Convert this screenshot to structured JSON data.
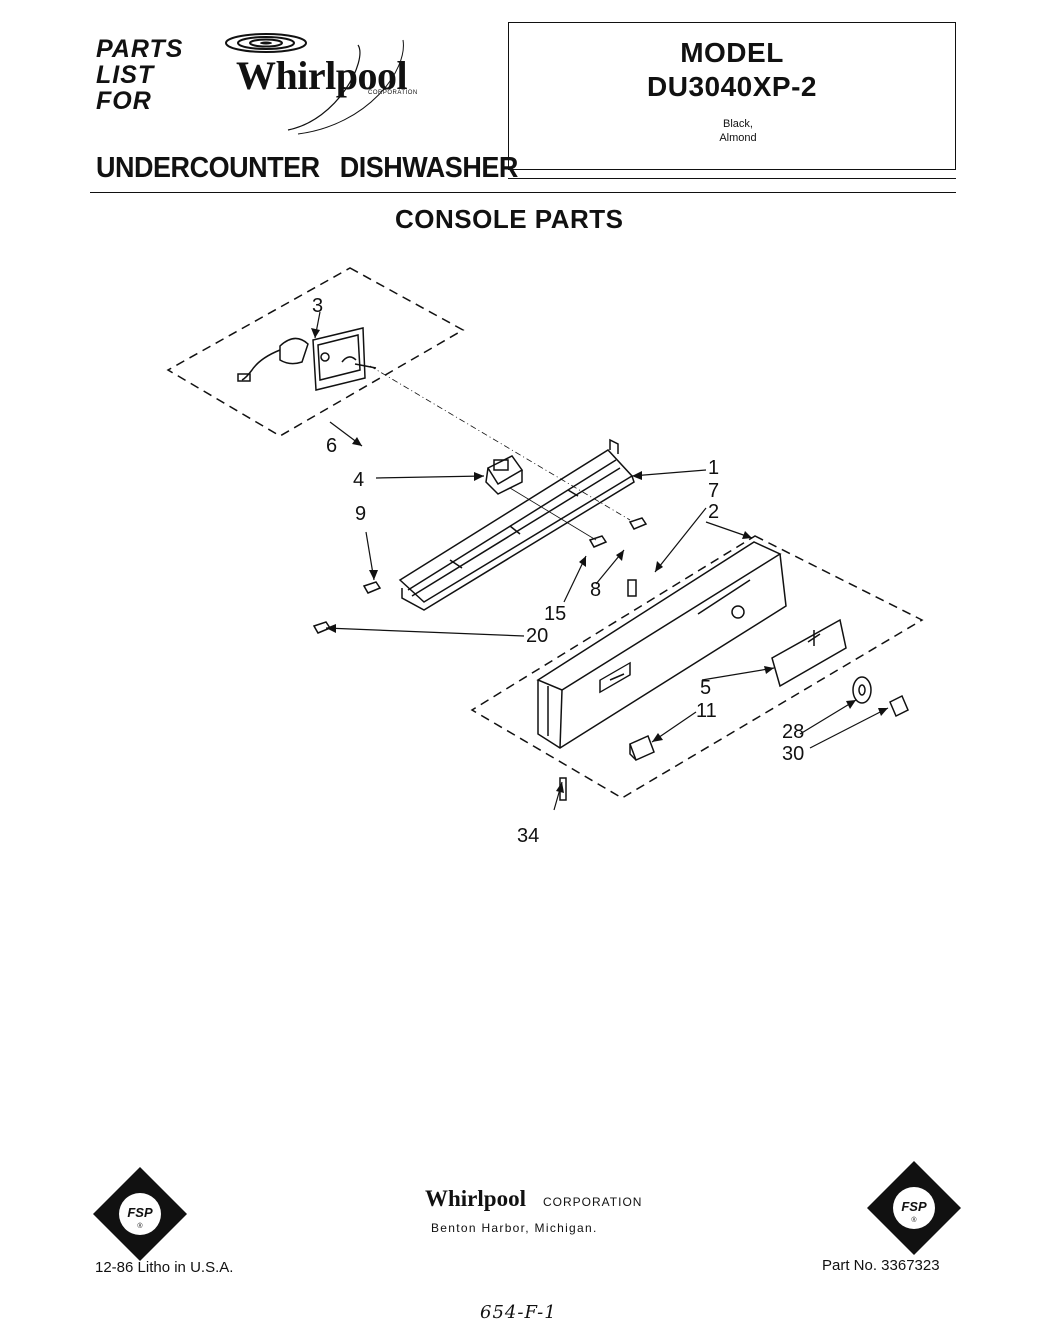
{
  "header": {
    "parts_list_lines": [
      "PARTS",
      "LIST",
      "FOR"
    ],
    "brand": "Whirlpool",
    "brand_sub": "CORPORATION",
    "subtitle": "UNDERCOUNTER DISHWASHER"
  },
  "model_box": {
    "label": "MODEL",
    "number": "DU3040XP-2",
    "colors": [
      "Black,",
      "Almond"
    ]
  },
  "section_title": "CONSOLE PARTS",
  "diagram": {
    "callouts": [
      "3",
      "6",
      "4",
      "1",
      "7",
      "2",
      "9",
      "8",
      "15",
      "20",
      "5",
      "11",
      "28",
      "30",
      "34"
    ]
  },
  "footer": {
    "brand": "Whirlpool",
    "brand_sub": "CORPORATION",
    "location": "Benton Harbor, Michigan.",
    "litho": "12-86 Litho in U.S.A.",
    "part_number": "Part No. 3367323",
    "handwritten": "654-F-1",
    "badge_text": "FSP",
    "badge_mark": "®"
  }
}
